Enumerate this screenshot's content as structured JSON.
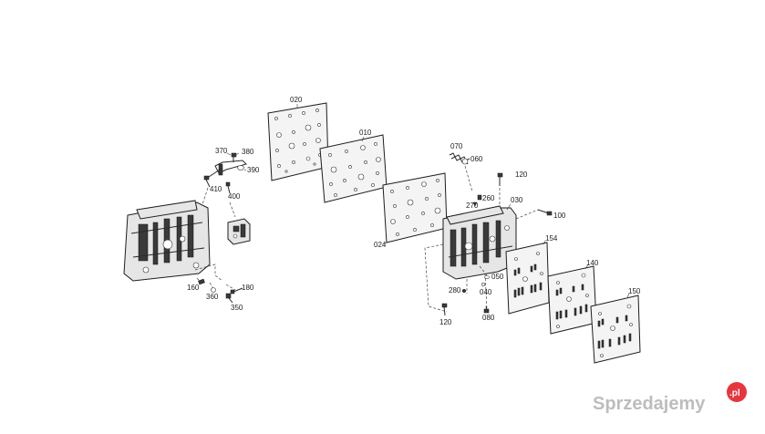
{
  "part_labels": {
    "p020": "020",
    "p010": "010",
    "p370": "370",
    "p380": "380",
    "p390": "390",
    "p410": "410",
    "p400": "400",
    "p070": "070",
    "p060": "060",
    "p120a": "120",
    "p260": "260",
    "p270": "270",
    "p030": "030",
    "p100": "100",
    "p024": "024",
    "p154": "154",
    "p140": "140",
    "p150": "150",
    "p050": "050",
    "p040": "040",
    "p280": "280",
    "p120b": "120",
    "p080": "080",
    "p160": "160",
    "p360": "360",
    "p180": "180",
    "p350": "350"
  },
  "watermark": {
    "text": "Sprzedajemy",
    "badge": ".pl",
    "badge_color": "#e8353d"
  }
}
